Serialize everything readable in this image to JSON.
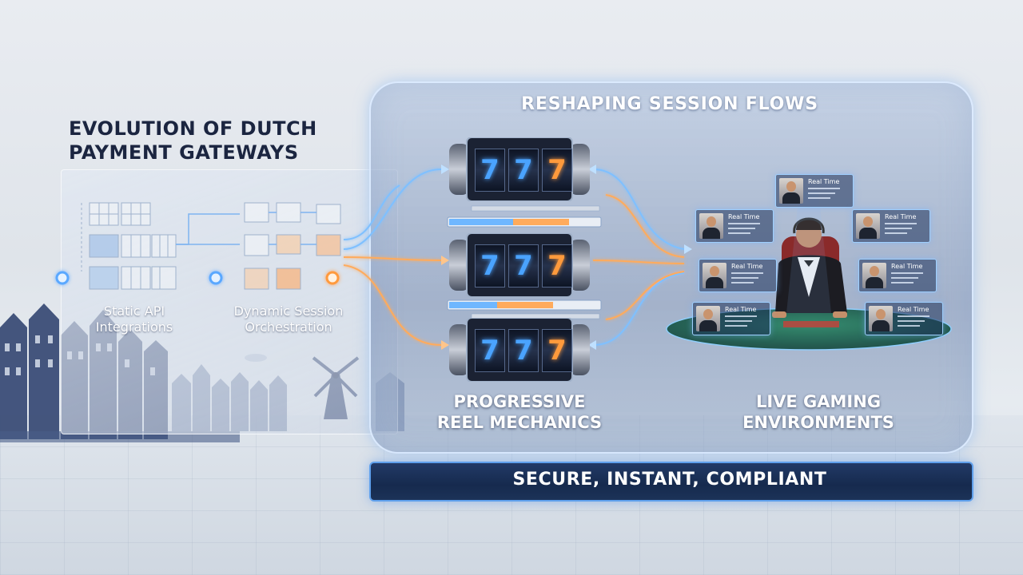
{
  "left_title": {
    "line1": "EVOLUTION OF DUTCH",
    "line2": "PAYMENT GATEWAYS"
  },
  "stage_static": {
    "line1": "Static API",
    "line2": "Integrations"
  },
  "stage_dynamic": {
    "line1": "Dynamic Session",
    "line2": "Orchestration"
  },
  "main_title": "RESHAPING SESSION FLOWS",
  "reels": {
    "line1": "PROGRESSIVE",
    "line2": "REEL MECHANICS",
    "symbols": [
      "7",
      "BR",
      "B2"
    ]
  },
  "live": {
    "line1": "LIVE GAMING",
    "line2": "ENVIRONMENTS",
    "card_label": "Real Time"
  },
  "banner": "SECURE, INSTANT, COMPLIANT",
  "colors": {
    "accent_blue": "#4aa3ff",
    "accent_orange": "#ff9a3c",
    "banner_bg": "#1c3358",
    "title_dark": "#1b2540"
  }
}
